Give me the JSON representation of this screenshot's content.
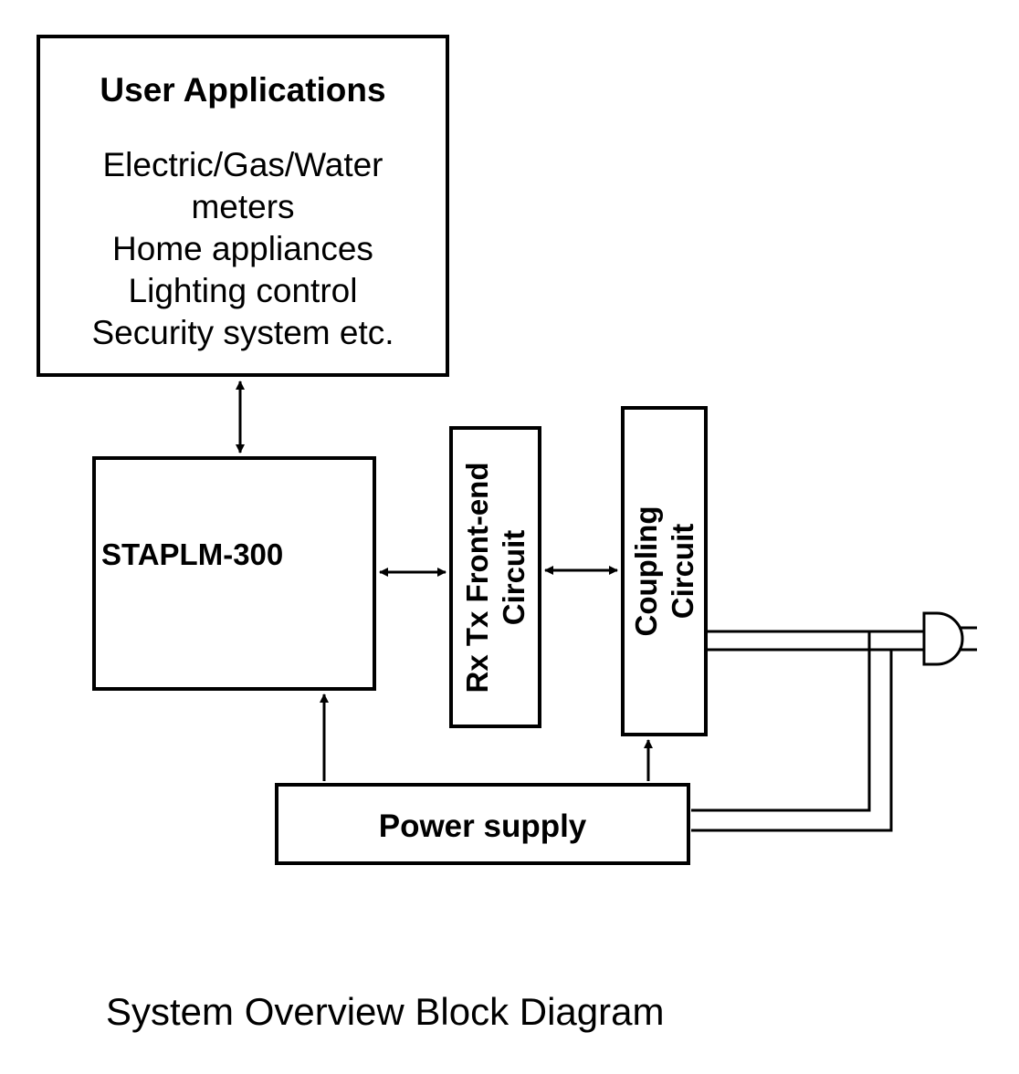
{
  "user_applications": {
    "title": "User Applications",
    "items": [
      "Electric/Gas/Water",
      "meters",
      "Home appliances",
      "Lighting control",
      "Security system etc."
    ]
  },
  "controller": {
    "label": "STAPLM-300"
  },
  "front_end": {
    "line1": "Rx Tx Front-end",
    "line2": "Circuit"
  },
  "coupling": {
    "line1": "Coupling",
    "line2": "Circuit"
  },
  "power_supply": {
    "label": "Power supply"
  },
  "caption": "System Overview Block Diagram",
  "icons": {
    "plug": "power-plug-icon"
  },
  "colors": {
    "line": "#000000",
    "background": "#ffffff"
  }
}
